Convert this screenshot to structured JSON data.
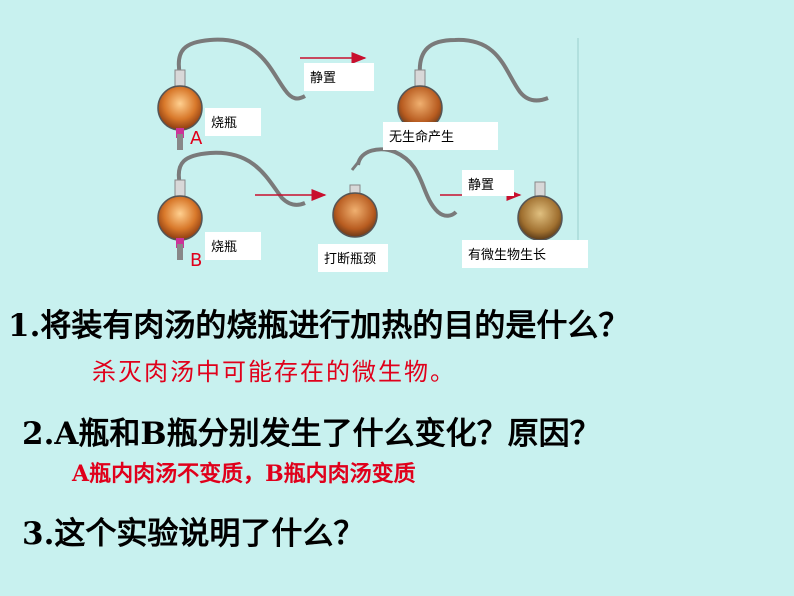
{
  "diagram": {
    "row_a": {
      "flask_label": "烧瓶",
      "letter": "A",
      "arrow_label": "静置",
      "result_label": "无生命产生"
    },
    "row_b": {
      "flask_label": "烧瓶",
      "letter": "B",
      "broken_label": "打断瓶颈",
      "arrow_label": "静置",
      "result_label": "有微生物生长"
    }
  },
  "questions": [
    {
      "text": "1.将装有肉汤的烧瓶进行加热的目的是什么？",
      "answer": "杀灭肉汤中可能存在的微生物。"
    },
    {
      "text": "2.A瓶和B瓶分别发生了什么变化？原因？",
      "answer": "A瓶内肉汤不变质，B瓶内肉汤变质"
    },
    {
      "text": "3.这个实验说明了什么？"
    }
  ],
  "colors": {
    "background": "#c8f1ef",
    "accent": "#e0001b",
    "arrow": "#c8102e"
  }
}
